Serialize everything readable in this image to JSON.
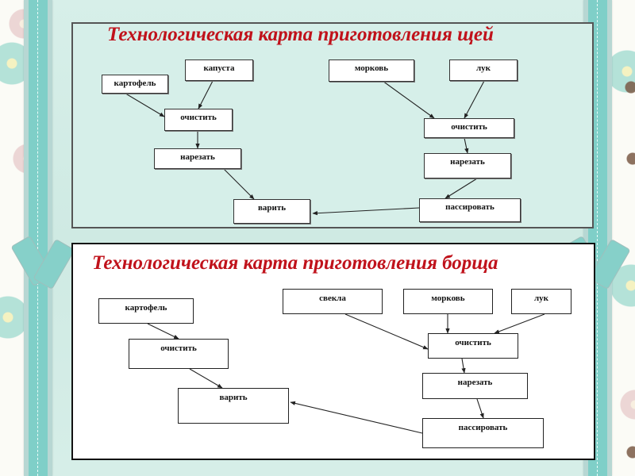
{
  "diagrams": [
    {
      "id": "shchi",
      "title": "Технологическая карта приготовления щей",
      "nodes": [
        {
          "id": "kartofel",
          "label": "картофель"
        },
        {
          "id": "kapusta",
          "label": "капуста"
        },
        {
          "id": "ochistit_l",
          "label": "очистить"
        },
        {
          "id": "narezat_l",
          "label": "нарезать"
        },
        {
          "id": "varit",
          "label": "варить"
        },
        {
          "id": "morkov",
          "label": "морковь"
        },
        {
          "id": "luk",
          "label": "лук"
        },
        {
          "id": "ochistit_r",
          "label": "очистить"
        },
        {
          "id": "narezat_r",
          "label": "нарезать"
        },
        {
          "id": "passirovat",
          "label": "пассировать"
        }
      ],
      "edges": [
        [
          "kartofel",
          "ochistit_l"
        ],
        [
          "kapusta",
          "ochistit_l"
        ],
        [
          "ochistit_l",
          "narezat_l"
        ],
        [
          "narezat_l",
          "varit"
        ],
        [
          "morkov",
          "ochistit_r"
        ],
        [
          "luk",
          "ochistit_r"
        ],
        [
          "ochistit_r",
          "narezat_r"
        ],
        [
          "narezat_r",
          "passirovat"
        ],
        [
          "passirovat",
          "varit"
        ]
      ]
    },
    {
      "id": "borshch",
      "title": "Технологическая карта приготовления борща",
      "nodes": [
        {
          "id": "kartofel",
          "label": "картофель"
        },
        {
          "id": "ochistit_l",
          "label": "очистить"
        },
        {
          "id": "varit",
          "label": "варить"
        },
        {
          "id": "svekla",
          "label": "свекла"
        },
        {
          "id": "morkov",
          "label": "морковь"
        },
        {
          "id": "luk",
          "label": "лук"
        },
        {
          "id": "ochistit_r",
          "label": "очистить"
        },
        {
          "id": "narezat_r",
          "label": "нарезать"
        },
        {
          "id": "passirovat",
          "label": "пассировать"
        }
      ],
      "edges": [
        [
          "kartofel",
          "ochistit_l"
        ],
        [
          "ochistit_l",
          "varit"
        ],
        [
          "svekla",
          "ochistit_r"
        ],
        [
          "morkov",
          "ochistit_r"
        ],
        [
          "luk",
          "ochistit_r"
        ],
        [
          "ochistit_r",
          "narezat_r"
        ],
        [
          "narezat_r",
          "passirovat"
        ],
        [
          "passirovat",
          "varit"
        ]
      ]
    }
  ]
}
